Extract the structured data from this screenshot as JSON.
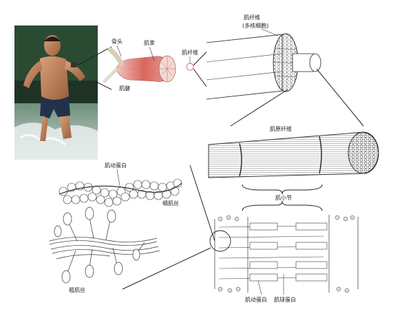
{
  "labels": {
    "bone": "骨头",
    "muscle_bundle": "肌束",
    "muscle_fiber_small": "肌纤维",
    "tendon": "肌腱",
    "muscle_fiber": "肌纤维",
    "multinucleate": "(多核细胞)",
    "myofibril": "肌原纤维",
    "sarcomere": "肌小节",
    "actin_top": "肌动蛋白",
    "thin_filament": "细肌丝",
    "thick_filament": "粗肌丝",
    "actin_bottom": "肌动蛋白",
    "myosin_bottom": "肌球蛋白"
  }
}
